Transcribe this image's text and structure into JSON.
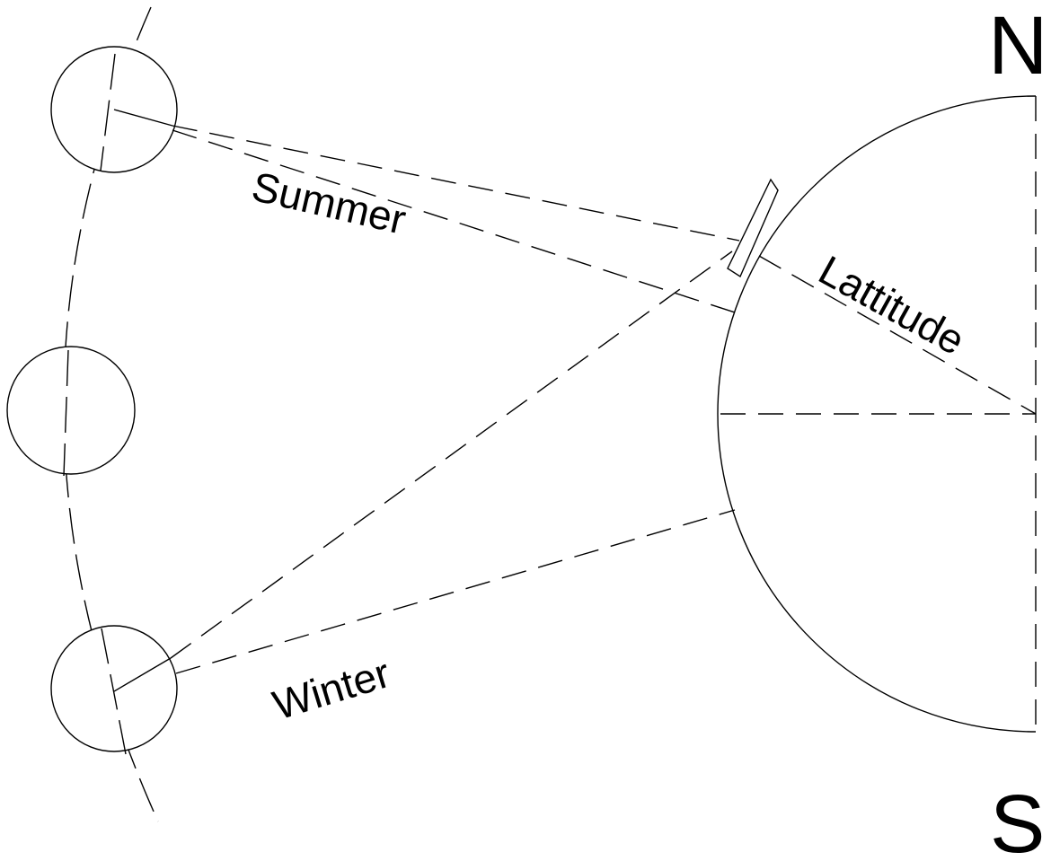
{
  "labels": {
    "north": "N",
    "south": "S",
    "summer": "Summer",
    "winter": "Winter",
    "latitude": "Lattitude"
  }
}
